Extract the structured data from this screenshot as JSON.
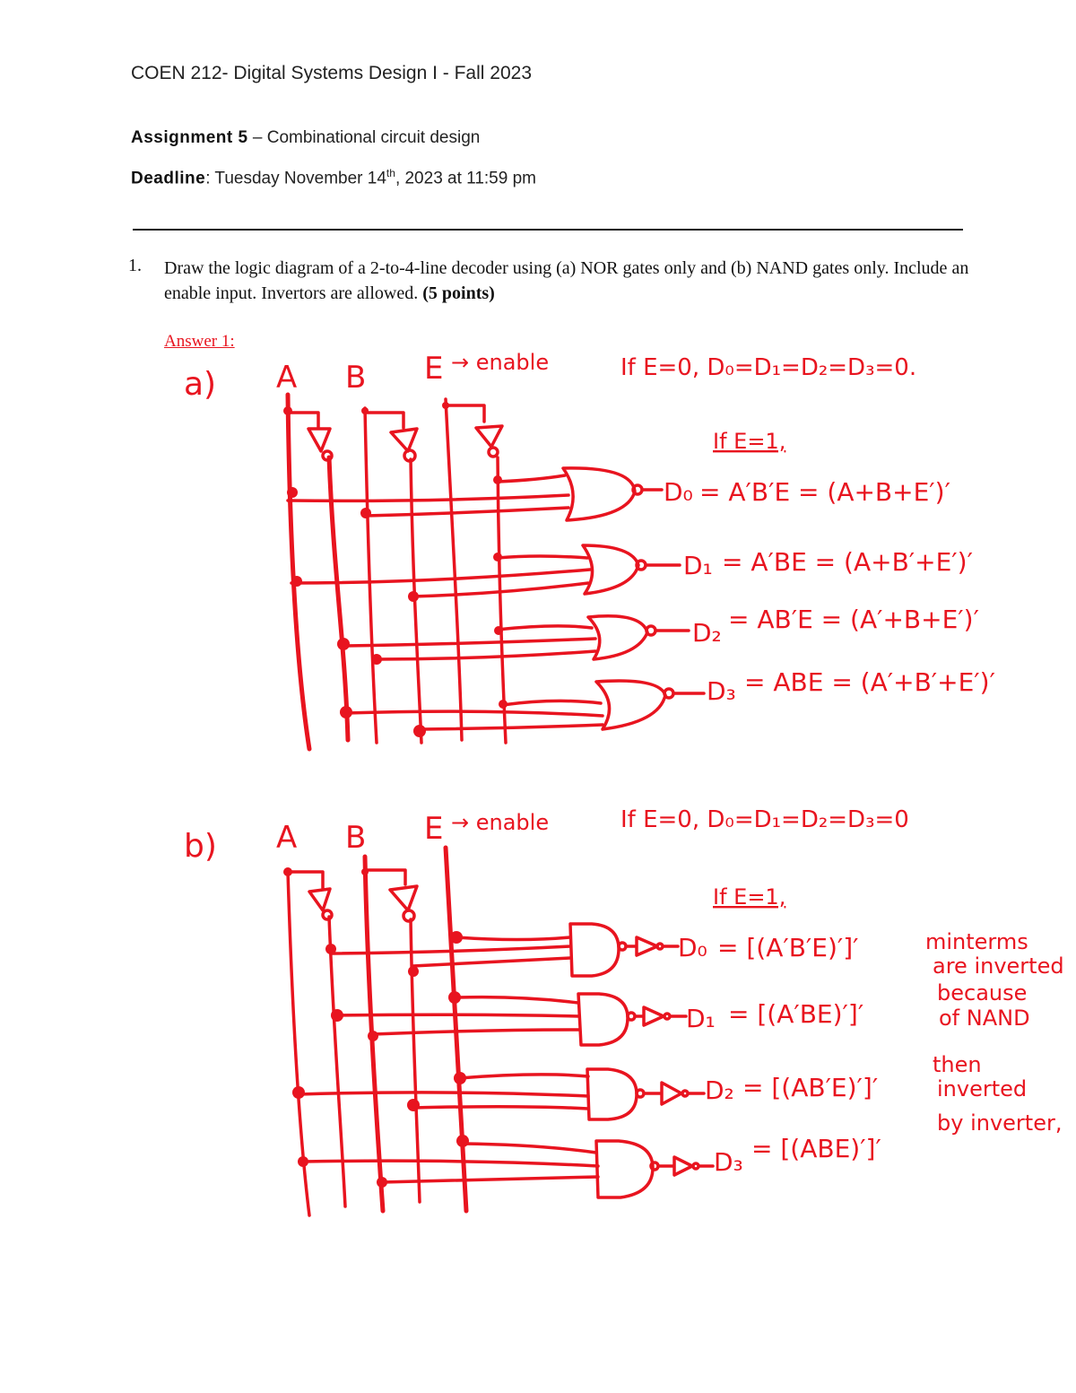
{
  "header": {
    "course_title": "COEN 212- Digital Systems Design I - Fall 2023",
    "assignment_label": "Assignment 5",
    "assignment_sep": " – ",
    "assignment_topic": "Combinational circuit design",
    "deadline_label": "Deadline",
    "deadline_prefix": ": Tuesday November 14",
    "deadline_sup": "th",
    "deadline_suffix": ", 2023 at 11:59 pm"
  },
  "question": {
    "number": "1.",
    "text": "Draw the logic diagram of a 2-to-4-line decoder using (a) NOR gates only and (b) NAND gates only. Include an enable input. Invertors are allowed. ",
    "points": "(5 points)"
  },
  "answer": {
    "label": "Answer 1:",
    "ink_color": "#e8141f",
    "part_a": {
      "label": "a)",
      "inputs": [
        "A",
        "B",
        "E"
      ],
      "enable_note": "→ enable",
      "disabled_condition": "If E=0, D₀=D₁=D₂=D₃=0.",
      "enabled_condition": "If E=1,",
      "gate_type": "NOR",
      "outputs": [
        {
          "name": "D₀",
          "expr": "= A′B′E = (A+B+E′)′"
        },
        {
          "name": "D₁",
          "expr": "= A′BE = (A+B′+E′)′"
        },
        {
          "name": "D₂",
          "expr": "= AB′E = (A′+B+E′)′"
        },
        {
          "name": "D₃",
          "expr": "= ABE = (A′+B′+E′)′"
        }
      ]
    },
    "part_b": {
      "label": "b)",
      "inputs": [
        "A",
        "B",
        "E"
      ],
      "enable_note": "→ enable",
      "disabled_condition": "If E=0, D₀=D₁=D₂=D₃=0",
      "enabled_condition": "If E=1,",
      "gate_type": "NAND",
      "outputs": [
        {
          "name": "D₀",
          "expr": "= [(A′B′E)′]′"
        },
        {
          "name": "D₁",
          "expr": "= [(A′BE)′]′"
        },
        {
          "name": "D₂",
          "expr": "= [(AB′E)′]′"
        },
        {
          "name": "D₃",
          "expr": "= [(ABE)′]′"
        }
      ],
      "side_note": [
        "minterms",
        "are inverted",
        "because",
        "of NAND",
        "then",
        "inverted",
        "by inverter,"
      ]
    }
  }
}
